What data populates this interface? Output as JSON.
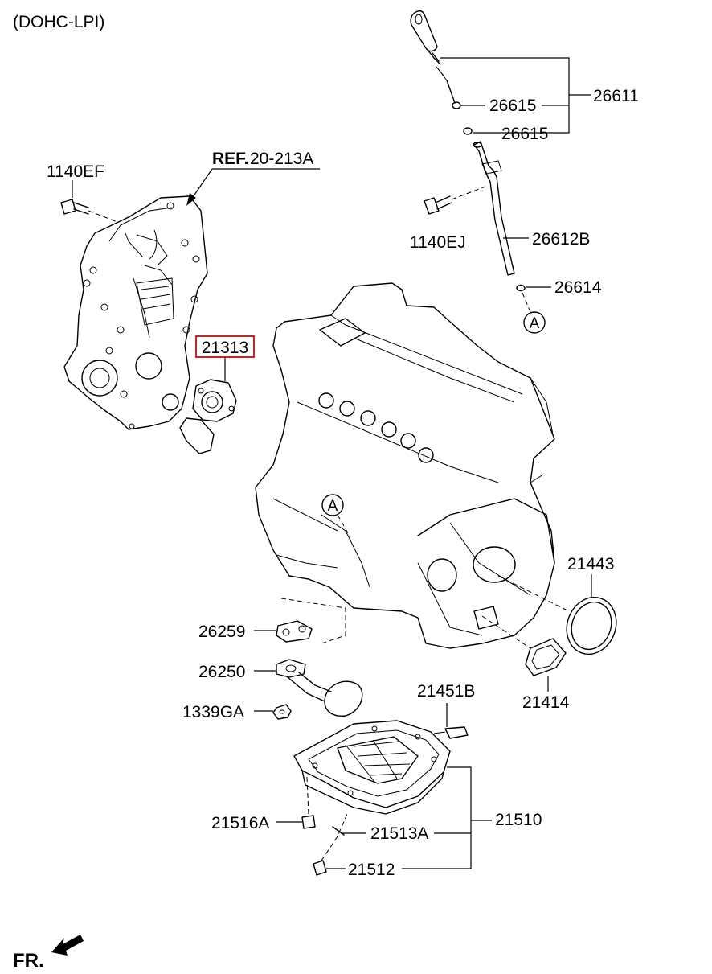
{
  "header": {
    "variant": "(DOHC-LPI)"
  },
  "reference": {
    "prefix": "REF.",
    "code": "20-213A"
  },
  "callouts": {
    "c1140EF": "1140EF",
    "c21313": "21313",
    "c26611": "26611",
    "c26615a": "26615",
    "c26615b": "26615",
    "c1140EJ": "1140EJ",
    "c26612B": "26612B",
    "c26614": "26614",
    "c21443": "21443",
    "c26259": "26259",
    "c26250": "26250",
    "c1339GA": "1339GA",
    "c21451B": "21451B",
    "c21414": "21414",
    "c21516A": "21516A",
    "c21513A": "21513A",
    "c21510": "21510",
    "c21512": "21512"
  },
  "markers": {
    "a_top": "A",
    "a_engine": "A"
  },
  "footer": {
    "front": "FR."
  },
  "highlight_color": "#d21f1f",
  "icons": {
    "front_arrow": "front-arrow-icon"
  }
}
